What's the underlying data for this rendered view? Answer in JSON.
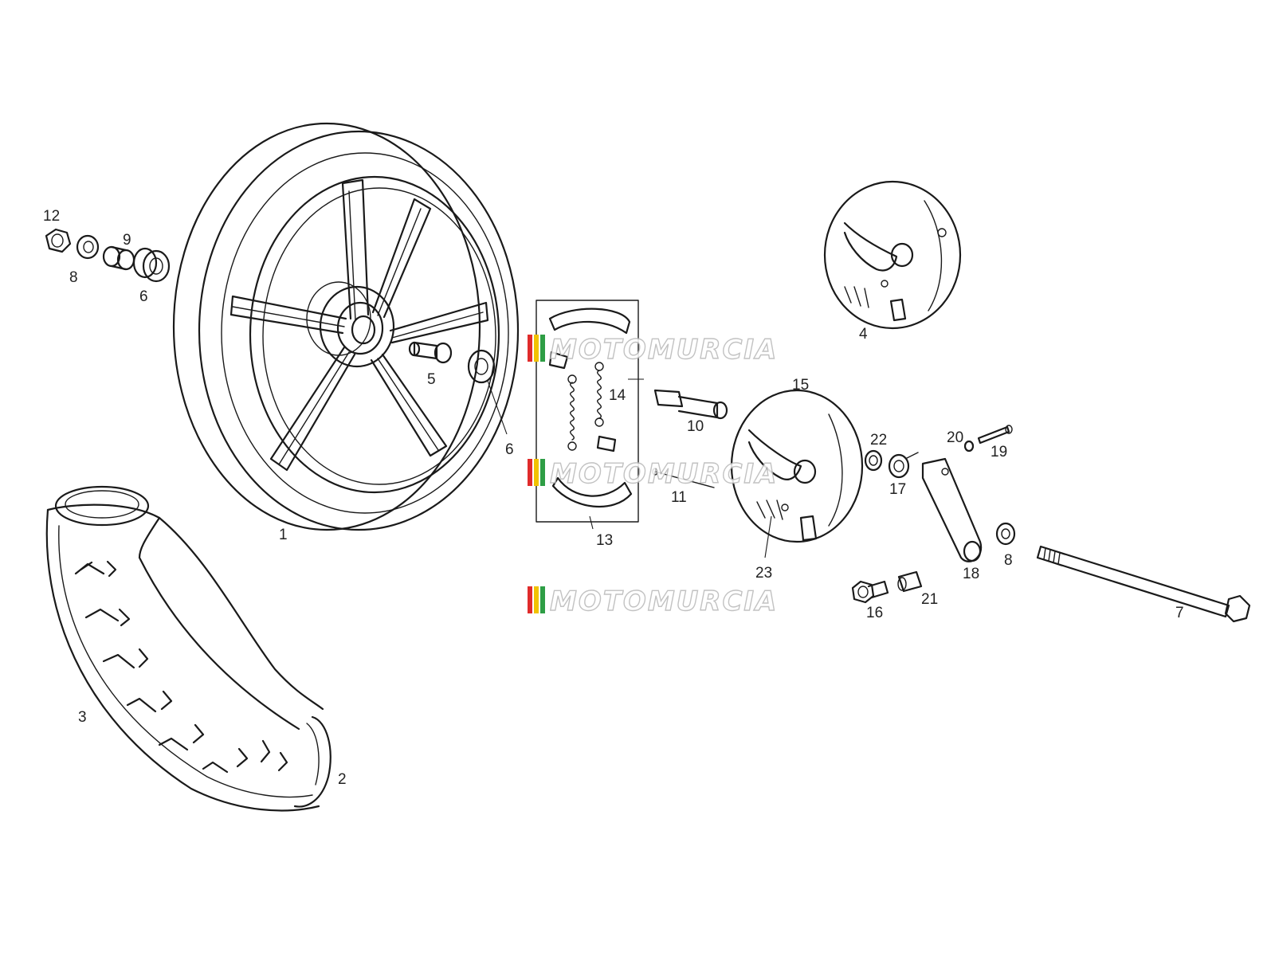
{
  "part_labels": {
    "p1": "1",
    "p2": "2",
    "p3": "3",
    "p4": "4",
    "p5": "5",
    "p6a": "6",
    "p6b": "6",
    "p7": "7",
    "p8a": "8",
    "p8b": "8",
    "p9": "9",
    "p10": "10",
    "p11": "11",
    "p12": "12",
    "p13": "13",
    "p14": "14",
    "p15": "15",
    "p16": "16",
    "p17": "17",
    "p18": "18",
    "p19": "19",
    "p20": "20",
    "p21": "21",
    "p22": "22",
    "p23": "23"
  },
  "watermark": {
    "text": "MOTOMURCIA",
    "stripe_colors": [
      "#e02b2b",
      "#f2c200",
      "#2e9e45"
    ]
  },
  "colors": {
    "line": "#1a1a1a",
    "background": "#ffffff"
  }
}
